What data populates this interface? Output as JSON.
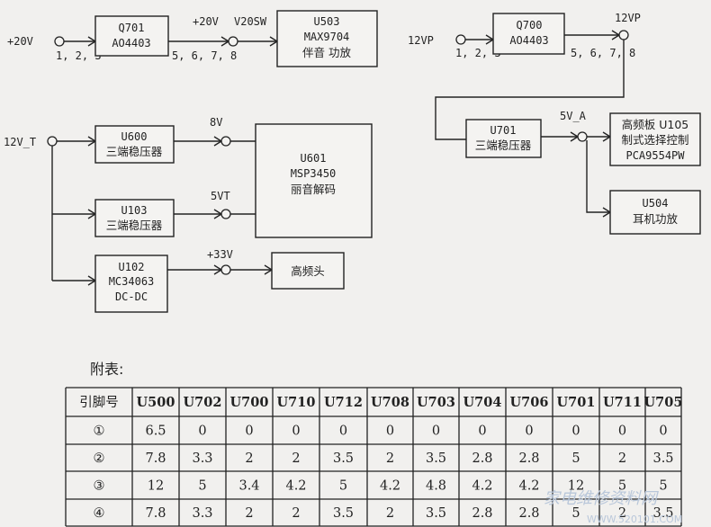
{
  "diagram": {
    "q701": {
      "name": "Q701",
      "part": "AO4403",
      "in_pins": "1, 2, 3",
      "out_pins": "5, 6, 7, 8"
    },
    "src_20v": "+20V",
    "out_20v": "+20V",
    "v20sw": "V20SW",
    "u503": {
      "name": "U503",
      "part": "MAX9704",
      "desc": "伴音 功放"
    },
    "q700": {
      "name": "Q700",
      "part": "AO4403",
      "in_pins": "1, 2, 3",
      "out_pins": "5, 6, 7, 8"
    },
    "src_12vp": "12VP",
    "out_12vp": "12VP",
    "u701": {
      "name": "U701",
      "desc": "三端稳压器"
    },
    "rail_5v_a": "5V_A",
    "u105": {
      "line1": "高频板 U105",
      "line2": "制式选择控制",
      "line3": "PCA9554PW"
    },
    "u504": {
      "name": "U504",
      "desc": "耳机功放"
    },
    "src_12v_t": "12V_T",
    "u600": {
      "name": "U600",
      "desc": "三端稳压器"
    },
    "rail_8v": "8V",
    "u103": {
      "name": "U103",
      "desc": "三端稳压器"
    },
    "rail_5vt": "5VT",
    "u601": {
      "name": "U601",
      "part": "MSP3450",
      "desc": "丽音解码"
    },
    "u102": {
      "name": "U102",
      "part": "MC34063",
      "desc": "DC-DC"
    },
    "rail_33v": "+33V",
    "tuner": "高频头"
  },
  "table": {
    "caption": "附表:",
    "header": [
      "引脚号",
      "U500",
      "U702",
      "U700",
      "U710",
      "U712",
      "U708",
      "U703",
      "U704",
      "U706",
      "U701",
      "U711",
      "U705"
    ],
    "rows": [
      [
        "①",
        "6.5",
        "0",
        "0",
        "0",
        "0",
        "0",
        "0",
        "0",
        "0",
        "0",
        "0",
        "0"
      ],
      [
        "②",
        "7.8",
        "3.3",
        "2",
        "2",
        "3.5",
        "2",
        "3.5",
        "2.8",
        "2.8",
        "5",
        "2",
        "3.5"
      ],
      [
        "③",
        "12",
        "5",
        "3.4",
        "4.2",
        "5",
        "4.2",
        "4.8",
        "4.2",
        "4.2",
        "12",
        "5",
        "5"
      ],
      [
        "④",
        "7.8",
        "3.3",
        "2",
        "2",
        "3.5",
        "2",
        "3.5",
        "2.8",
        "2.8",
        "5",
        "2",
        "3.5"
      ]
    ]
  },
  "watermark": {
    "text": "家电维修资料网",
    "url": "WWW.520101.COM"
  }
}
